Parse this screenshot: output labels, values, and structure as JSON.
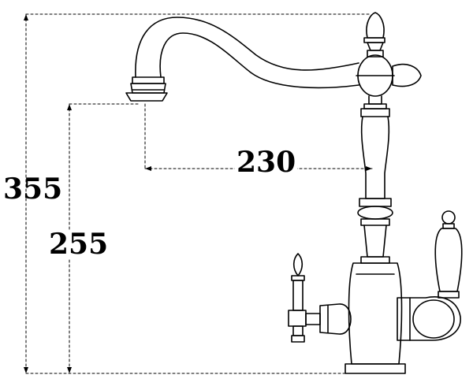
{
  "dimensions": {
    "overall_height": "355",
    "spout_height": "255",
    "spout_reach": "230"
  },
  "colors": {
    "line": "#000000",
    "background": "#ffffff"
  }
}
